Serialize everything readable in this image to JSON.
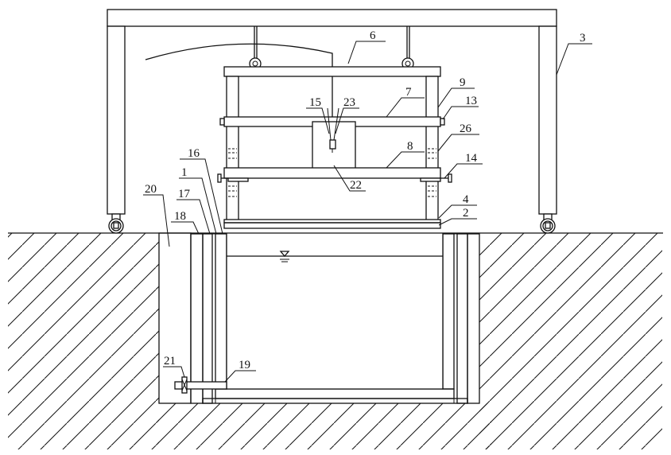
{
  "figure": {
    "type": "patent-schematic",
    "labels": {
      "l1": "1",
      "l2": "2",
      "l3": "3",
      "l4": "4",
      "l6": "6",
      "l7": "7",
      "l8": "8",
      "l9": "9",
      "l13": "13",
      "l14": "14",
      "l15": "15",
      "l16": "16",
      "l17": "17",
      "l18": "18",
      "l19": "19",
      "l20": "20",
      "l21": "21",
      "l22": "22",
      "l23": "23",
      "l26": "26"
    },
    "colors": {
      "line": "#111111",
      "background": "#ffffff"
    }
  }
}
